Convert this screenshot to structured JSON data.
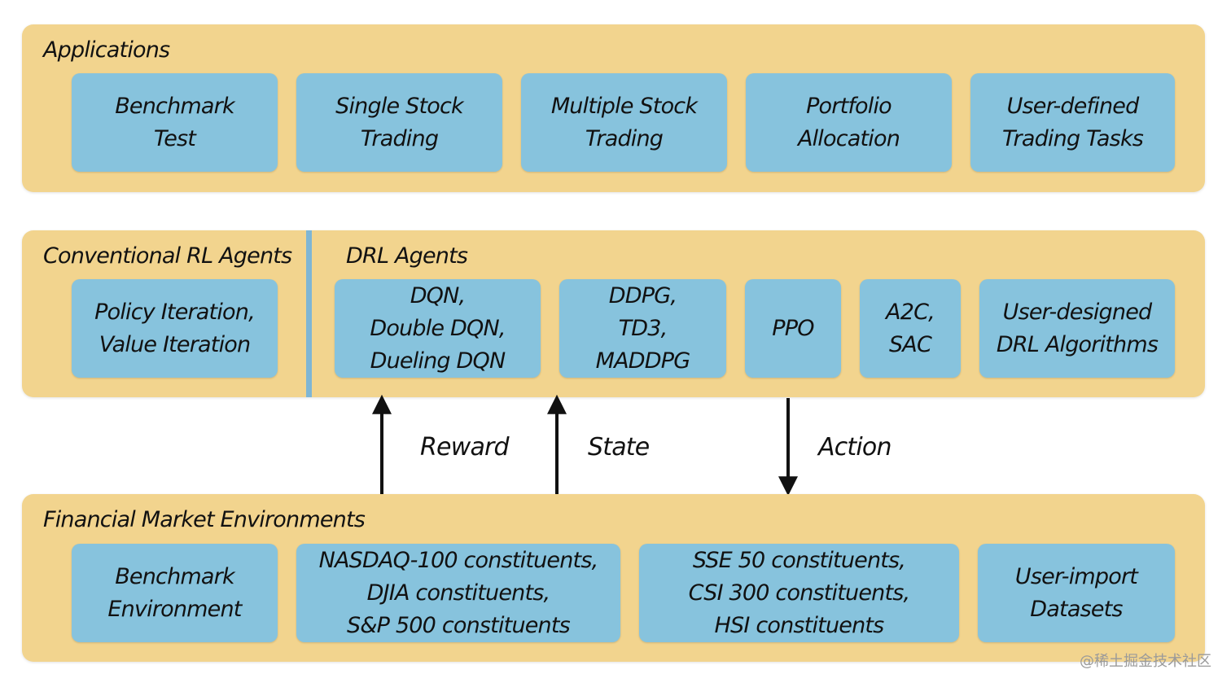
{
  "applications": {
    "title": "Applications",
    "items": [
      "Benchmark\nTest",
      "Single Stock\nTrading",
      "Multiple Stock\nTrading",
      "Portfolio\nAllocation",
      "User-defined\nTrading Tasks"
    ]
  },
  "agents": {
    "conventional_title": "Conventional RL Agents",
    "conventional_items": [
      "Policy Iteration,\nValue Iteration"
    ],
    "drl_title": "DRL Agents",
    "drl_items": [
      "DQN,\nDouble DQN,\nDueling DQN",
      "DDPG,\nTD3,\nMADDPG",
      "PPO",
      "A2C,\nSAC",
      "User-designed\nDRL Algorithms"
    ]
  },
  "flows": {
    "reward": "Reward",
    "state": "State",
    "action": "Action"
  },
  "environments": {
    "title": "Financial Market Environments",
    "items": [
      "Benchmark\nEnvironment",
      "NASDAQ-100 constituents,\nDJIA constituents,\nS&P 500 constituents",
      "SSE 50 constituents,\nCSI 300 constituents,\nHSI constituents",
      "User-import\nDatasets"
    ]
  },
  "watermark": "@稀土掘金技术社区"
}
